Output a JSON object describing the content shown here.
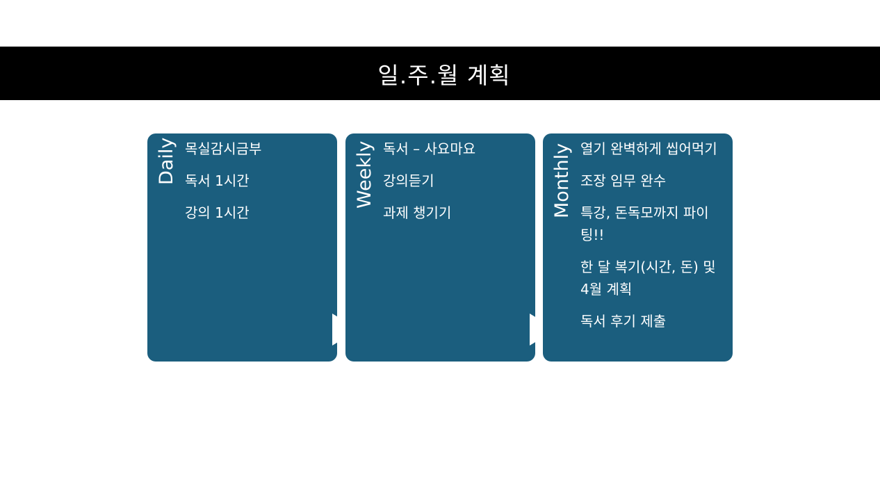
{
  "slide": {
    "title": "일.주.월 계획"
  },
  "colors": {
    "header_bg": "#000000",
    "card_bg": "#1b5e7e",
    "text": "#ffffff",
    "arrow": "#ffffff"
  },
  "cards": [
    {
      "label": "Daily",
      "items": [
        "목실감시금부",
        "독서 1시간",
        "강의 1시간"
      ]
    },
    {
      "label": "Weekly",
      "items": [
        "독서 – 사요마요",
        "강의듣기",
        "과제 챙기기"
      ]
    },
    {
      "label": "Monthly",
      "items": [
        "열기 완벽하게 씹어먹기",
        "조장 임무 완수",
        "특강, 돈독모까지 파이팅!!",
        "한 달 복기(시간, 돈) 및 4월 계획",
        "독서 후기 제출"
      ]
    }
  ],
  "icons": {
    "arrow": "triangle-right-icon"
  }
}
